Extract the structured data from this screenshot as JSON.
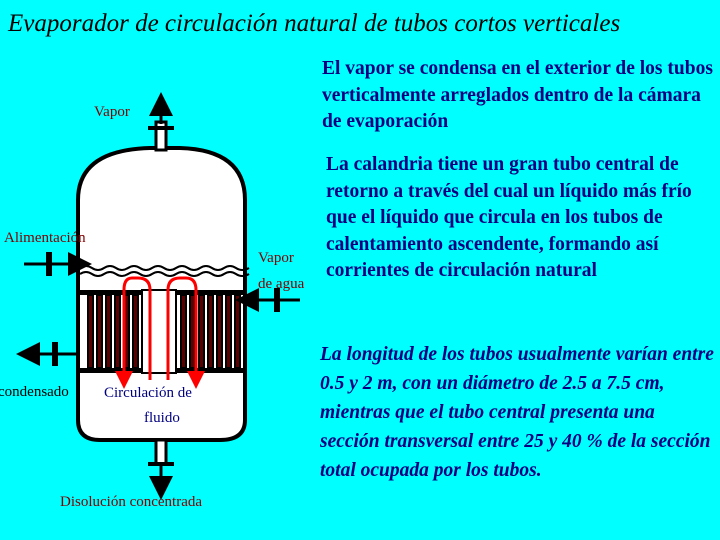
{
  "title": "Evaporador de circulación natural de tubos cortos verticales",
  "paragraphs": [
    "El vapor se condensa en el exterior de los tubos verticalmente arreglados dentro de la cámara de evaporación",
    "La calandria tiene un gran tubo central de retorno a través del cual un líquido más frío que el líquido que circula en los tubos de calentamiento ascendente, formando así corrientes de circulación natural",
    "La longitud de los tubos usualmente varían entre 0.5 y 2 m, con un diámetro de 2.5 a 7.5 cm, mientras que el tubo central presenta una sección transversal entre 25 y 40 % de la sección total ocupada por los tubos."
  ],
  "labels": {
    "vapor_top": "Vapor",
    "alimentacion": "Alimentación",
    "vapor_right": "Vapor",
    "de_agua": "de agua",
    "condensado": "condensado",
    "circulacion": "Circulación de",
    "fluido": "fluido",
    "disolucion": "Disolución concentrada"
  },
  "colors": {
    "background": "#00ffff",
    "text_body": "#000080",
    "label": "#800000",
    "circulation_arrow": "#ff0000",
    "vessel_fill": "#ffffff"
  }
}
